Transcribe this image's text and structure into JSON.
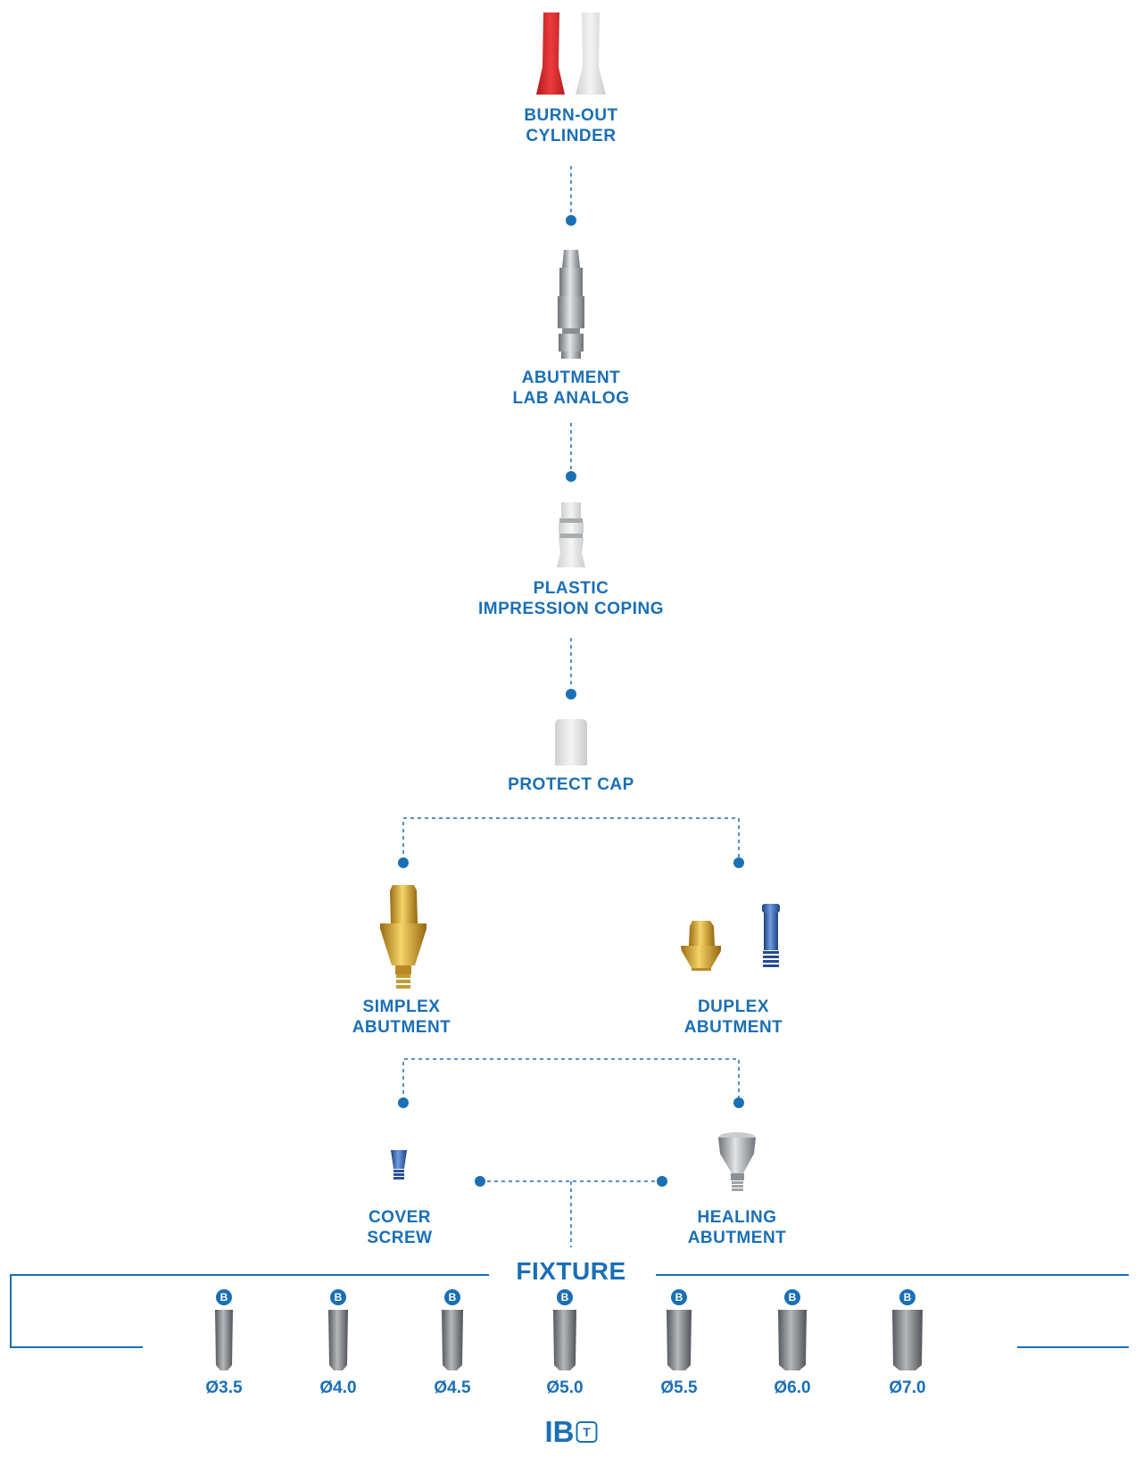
{
  "nodes": {
    "burnout": {
      "line1": "BURN-OUT",
      "line2": "CYLINDER"
    },
    "lab_analog": {
      "line1": "ABUTMENT",
      "line2": "LAB ANALOG"
    },
    "impression": {
      "line1": "PLASTIC",
      "line2": "IMPRESSION COPING"
    },
    "protect": {
      "line1": "PROTECT CAP"
    },
    "simplex": {
      "line1": "SIMPLEX",
      "line2": "ABUTMENT"
    },
    "duplex": {
      "line1": "DUPLEX",
      "line2": "ABUTMENT"
    },
    "cover": {
      "line1": "COVER",
      "line2": "SCREW"
    },
    "healing": {
      "line1": "HEALING",
      "line2": "ABUTMENT"
    }
  },
  "fixture": {
    "title": "FIXTURE",
    "badge": "B",
    "diameters": [
      "Ø3.5",
      "Ø4.0",
      "Ø4.5",
      "Ø5.0",
      "Ø5.5",
      "Ø6.0",
      "Ø7.0"
    ]
  },
  "brand": {
    "text": "IB",
    "mark": "T"
  },
  "colors": {
    "accent": "#1a6fb5",
    "red": "#d8282a",
    "gold": "#d6a52c",
    "blue_part": "#2f5fa8",
    "metal": "#a7abaf"
  }
}
